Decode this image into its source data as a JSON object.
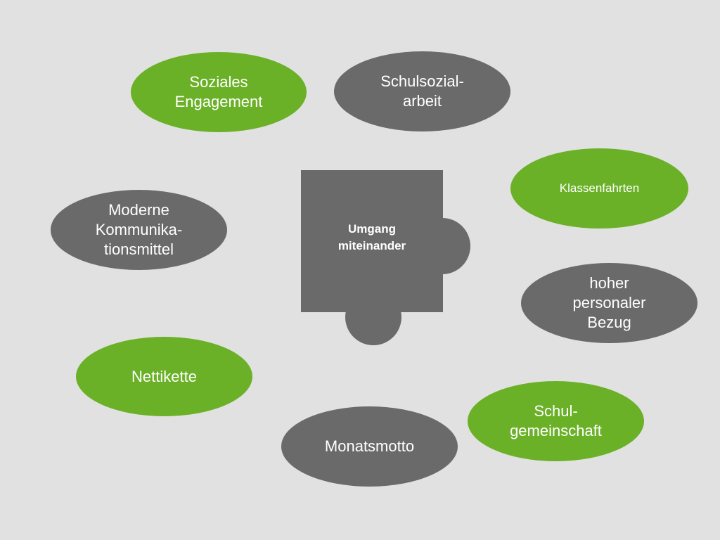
{
  "colors": {
    "background": "#e1e1e1",
    "green": "#6ab127",
    "grey": "#6a6a6a",
    "text": "#ffffff"
  },
  "center": {
    "label": "Umgang\nmiteinander"
  },
  "nodes": {
    "soziales_engagement": "Soziales\nEngagement",
    "schulsozialarbeit": "Schulsozial-\narbeit",
    "klassenfahrten": "Klassenfahrten",
    "moderne_kommunikationsmittel": "Moderne\nKommunika-\ntionsmittel",
    "hoher_personaler_bezug": "hoher\npersonaler\nBezug",
    "nettikette": "Nettikette",
    "schulgemeinschaft": "Schul-\ngemeinschaft",
    "monatsmotto": "Monatsmotto"
  }
}
